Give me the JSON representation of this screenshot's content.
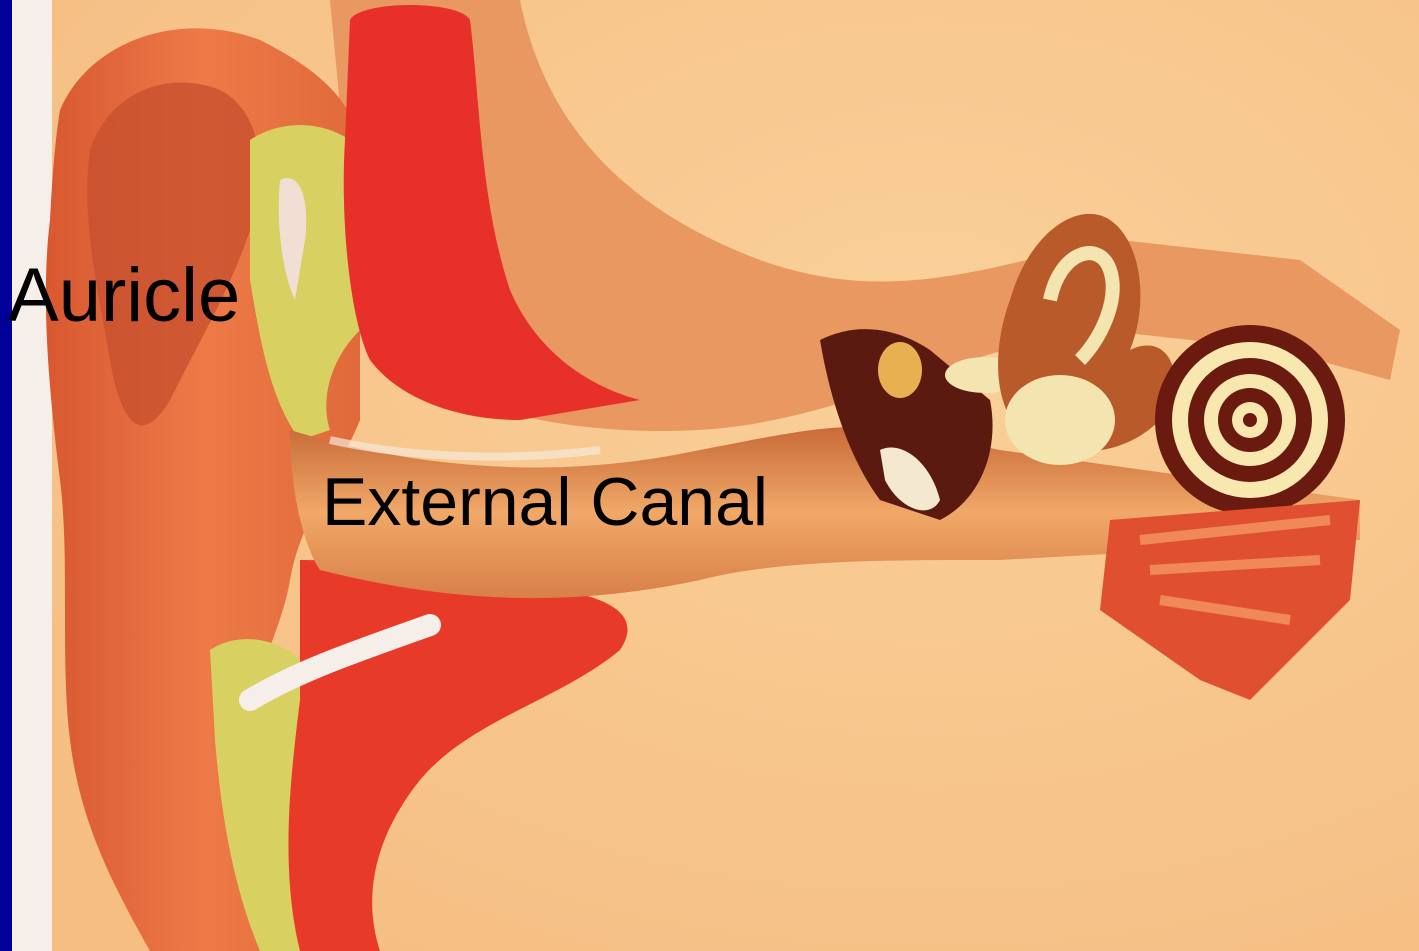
{
  "slide": {
    "background_color": "#000099"
  },
  "illustration": {
    "subject": "ear-anatomy-cross-section",
    "colors": {
      "skin_background": "#F8C888",
      "outer_ear": "#E8703E",
      "cartilage": "#E8302A",
      "yellow_tissue": "#D8D060",
      "canal": "#E89858",
      "cochlea_dark": "#6B1A10",
      "cochlea_light": "#F8E8B0"
    }
  },
  "labels": {
    "auricle": "Auricle",
    "external_canal": "External Canal"
  }
}
